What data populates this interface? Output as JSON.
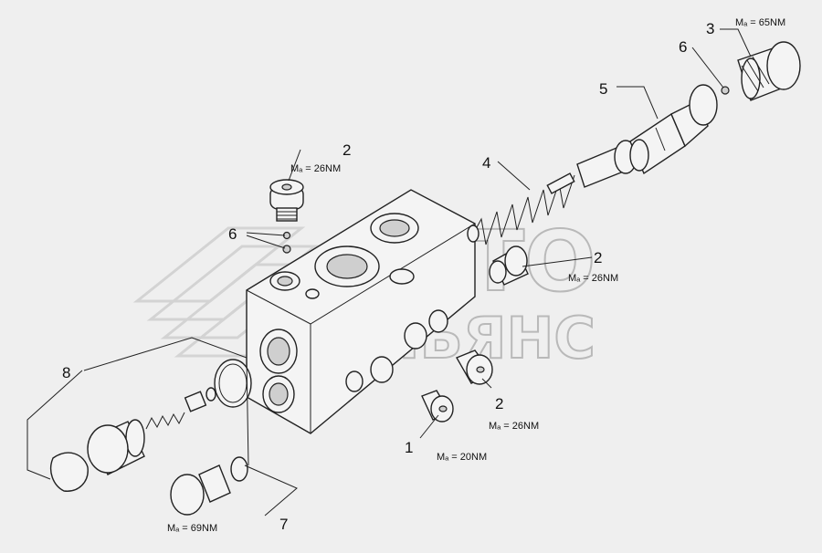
{
  "watermark": {
    "line1": "АВТО",
    "line2": "АЛЬЯНС"
  },
  "callouts": [
    {
      "id": "c1",
      "number": "1",
      "torque": "Mₐ = 20NM"
    },
    {
      "id": "c2a",
      "number": "2",
      "torque": "Mₐ = 26NM"
    },
    {
      "id": "c2b",
      "number": "2",
      "torque": "Mₐ = 26NM"
    },
    {
      "id": "c2c",
      "number": "2",
      "torque": "Mₐ = 26NM"
    },
    {
      "id": "c3",
      "number": "3",
      "torque": "Mₐ = 65NM"
    },
    {
      "id": "c4",
      "number": "4"
    },
    {
      "id": "c5",
      "number": "5"
    },
    {
      "id": "c6a",
      "number": "6"
    },
    {
      "id": "c6b",
      "number": "6"
    },
    {
      "id": "c7",
      "number": "7",
      "torque": "Mₐ = 69NM"
    },
    {
      "id": "c8",
      "number": "8"
    }
  ]
}
